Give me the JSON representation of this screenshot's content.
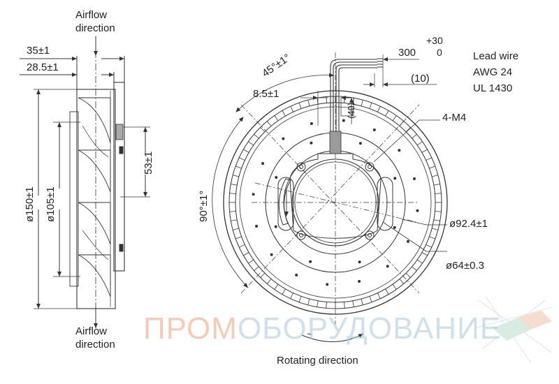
{
  "side_view": {
    "airflow_top": [
      "Airflow",
      "direction"
    ],
    "airflow_bottom": [
      "Airflow",
      "direction"
    ],
    "dim_depth_total": "35±1",
    "dim_depth_blade": "28.5±1",
    "dim_diameter_outer": "ø150±1",
    "dim_diameter_inner": "ø105±1",
    "dim_height_53": "53±1"
  },
  "front_view": {
    "angle_45": "45°±1°",
    "angle_90": "90°±1°",
    "dim_8_5": "8.5±1",
    "dim_40": "(40)",
    "lead_length": "300",
    "lead_tol_upper": "+30",
    "lead_tol_lower": "0",
    "lead_strip": "(10)",
    "screw_label": "4-M4",
    "dim_92_4": "ø92.4±1",
    "dim_64": "ø64±0.3",
    "rotating_direction": "Rotating direction"
  },
  "lead_wire": {
    "line1": "Lead wire",
    "line2": "AWG 24",
    "line3": "UL 1430"
  },
  "watermark": {
    "part_a": "ПРОМ",
    "part_b": "ОБОРУДОВАНИЕ"
  }
}
